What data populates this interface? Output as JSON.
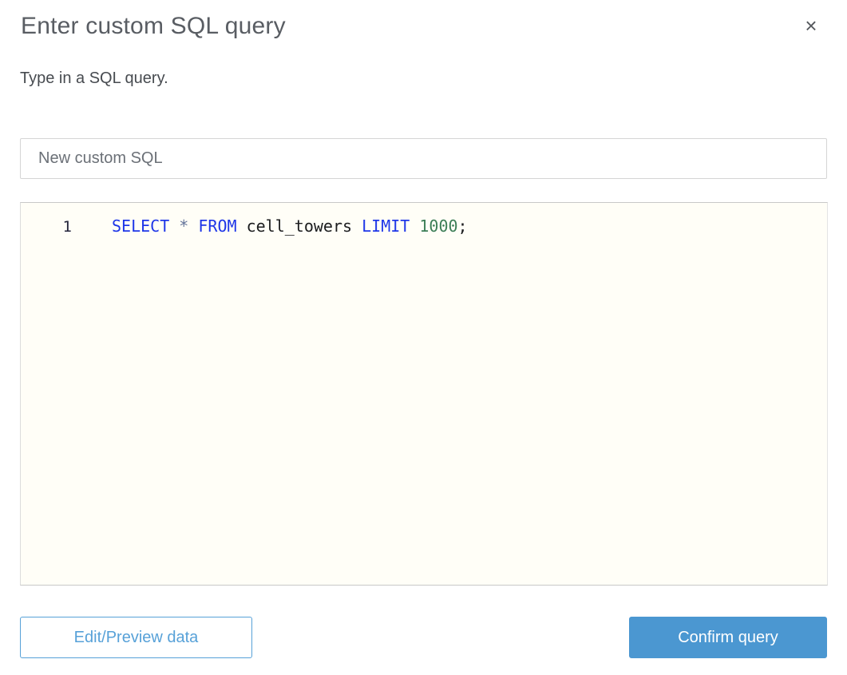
{
  "modal": {
    "title": "Enter custom SQL query",
    "subtitle": "Type in a SQL query.",
    "close_icon": "×"
  },
  "name_input": {
    "value": "New custom SQL"
  },
  "editor": {
    "line_number": "1",
    "code_plain": "SELECT * FROM cell_towers LIMIT 1000;",
    "tokens": [
      {
        "text": "SELECT",
        "type": "keyword"
      },
      {
        "text": " ",
        "type": "plain"
      },
      {
        "text": "*",
        "type": "operator"
      },
      {
        "text": " ",
        "type": "plain"
      },
      {
        "text": "FROM",
        "type": "keyword"
      },
      {
        "text": " cell_towers ",
        "type": "plain"
      },
      {
        "text": "LIMIT",
        "type": "keyword"
      },
      {
        "text": " ",
        "type": "plain"
      },
      {
        "text": "1000",
        "type": "number"
      },
      {
        "text": ";",
        "type": "plain"
      }
    ]
  },
  "footer": {
    "edit_preview_label": "Edit/Preview data",
    "confirm_label": "Confirm query"
  },
  "colors": {
    "keyword": "#1e36e8",
    "operator": "#64749a",
    "number": "#3c7e57",
    "plain": "#1b1c1e",
    "accent_blue": "#4b97d1",
    "accent_blue_light": "#57a1d8",
    "title_gray": "#595d63",
    "editor_bg": "#fffef7"
  }
}
